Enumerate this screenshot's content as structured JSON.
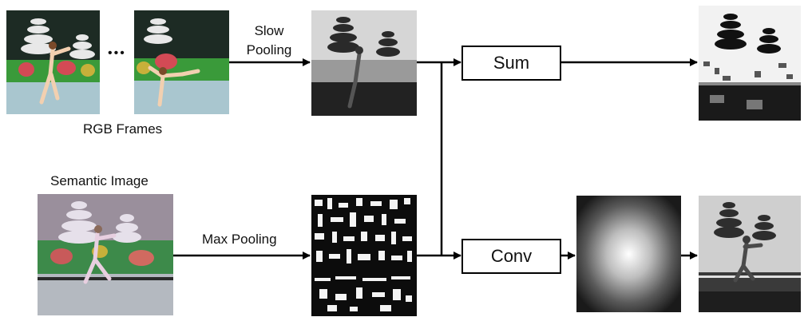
{
  "labels": {
    "rgb_frames": "RGB Frames",
    "ellipsis": "•••",
    "slow_pooling_line1": "Slow",
    "slow_pooling_line2": "Pooling",
    "semantic_image": "Semantic Image",
    "max_pooling": "Max Pooling"
  },
  "boxes": {
    "sum": "Sum",
    "conv": "Conv"
  },
  "colors": {
    "arrow": "#000000",
    "floor": "#a9c6cf",
    "green_band": "#3a9a3a",
    "red_blob": "#d34a55",
    "dark_bg": "#1d2b24"
  }
}
